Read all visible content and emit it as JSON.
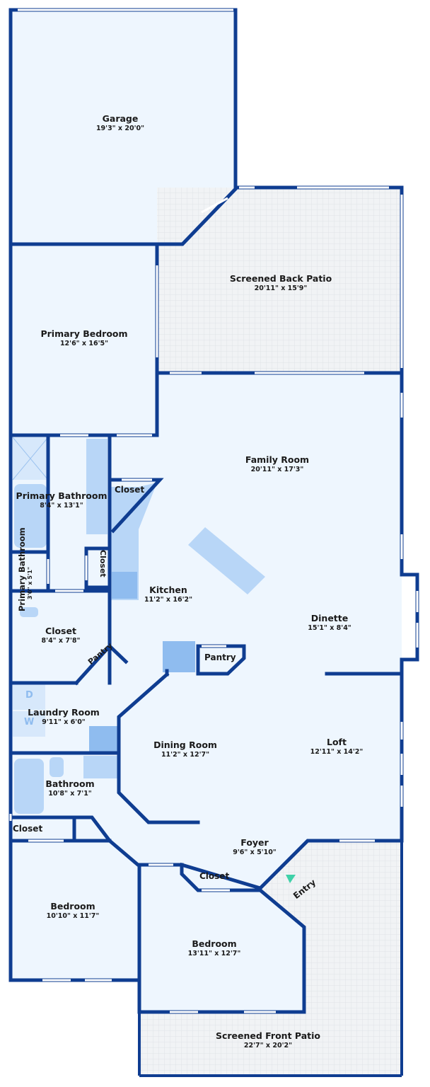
{
  "colors": {
    "wall": "#0f3d91",
    "interior": "#eef6fe",
    "fixture": "#b8d6f7",
    "fixture_dark": "#8fbcef",
    "patio": "#f1f3f5",
    "patio_grid": "#dfe3e7",
    "window": "#ffffff",
    "entry_marker": "#3fd1a8",
    "text": "#1a1a1a"
  },
  "rooms": [
    {
      "key": "garage",
      "name": "Garage",
      "dims": "19'3\" x 20'0\""
    },
    {
      "key": "screened_back_patio",
      "name": "Screened Back Patio",
      "dims": "20'11\" x 15'9\""
    },
    {
      "key": "primary_bedroom",
      "name": "Primary Bedroom",
      "dims": "12'6\" x 16'5\""
    },
    {
      "key": "family_room",
      "name": "Family Room",
      "dims": "20'11\" x 17'3\""
    },
    {
      "key": "primary_bathroom",
      "name": "Primary Bathroom",
      "dims": "8'4\" x 13'1\""
    },
    {
      "key": "kitchen",
      "name": "Kitchen",
      "dims": "11'2\" x 16'2\""
    },
    {
      "key": "primary_bathroom_small",
      "name": "Primary Bathroom",
      "dims": "3'0\" x 5'1\""
    },
    {
      "key": "closet_main",
      "name": "Closet",
      "dims": "8'4\" x 7'8\""
    },
    {
      "key": "dinette",
      "name": "Dinette",
      "dims": "15'1\" x 8'4\""
    },
    {
      "key": "laundry_room",
      "name": "Laundry Room",
      "dims": "9'11\" x 6'0\""
    },
    {
      "key": "dining_room",
      "name": "Dining Room",
      "dims": "11'2\" x 12'7\""
    },
    {
      "key": "loft",
      "name": "Loft",
      "dims": "12'11\" x 14'2\""
    },
    {
      "key": "bathroom",
      "name": "Bathroom",
      "dims": "10'8\" x 7'1\""
    },
    {
      "key": "foyer",
      "name": "Foyer",
      "dims": "9'6\" x 5'10\""
    },
    {
      "key": "bedroom_left",
      "name": "Bedroom",
      "dims": "10'10\" x 11'7\""
    },
    {
      "key": "bedroom_right",
      "name": "Bedroom",
      "dims": "13'11\" x 12'7\""
    },
    {
      "key": "screened_front_patio",
      "name": "Screened Front Patio",
      "dims": "22'7\" x 20'2\""
    }
  ],
  "small_labels": {
    "closet_kitchen": "Closet",
    "closet_vertical": "Closet",
    "pantry_diag": "Pantry",
    "pantry_box": "Pantry",
    "closet_bath": "Closet",
    "closet_bedroom": "Closet",
    "entry": "Entry",
    "washer": "W",
    "dryer": "D"
  }
}
